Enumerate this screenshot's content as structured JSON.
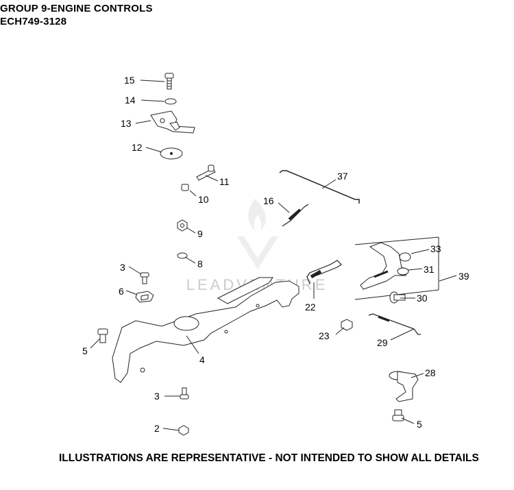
{
  "header": {
    "title": "GROUP 9-ENGINE CONTROLS",
    "model": "ECH749-3128"
  },
  "footer": {
    "note": "ILLUSTRATIONS ARE REPRESENTATIVE - NOT INTENDED TO SHOW ALL DETAILS"
  },
  "watermark": {
    "text": "LEADVENTURE"
  },
  "callouts": [
    {
      "num": "15"
    },
    {
      "num": "14"
    },
    {
      "num": "13"
    },
    {
      "num": "12"
    },
    {
      "num": "11"
    },
    {
      "num": "10"
    },
    {
      "num": "9"
    },
    {
      "num": "8"
    },
    {
      "num": "3"
    },
    {
      "num": "6"
    },
    {
      "num": "5"
    },
    {
      "num": "4"
    },
    {
      "num": "3"
    },
    {
      "num": "2"
    },
    {
      "num": "37"
    },
    {
      "num": "16"
    },
    {
      "num": "22"
    },
    {
      "num": "23"
    },
    {
      "num": "29"
    },
    {
      "num": "33"
    },
    {
      "num": "31"
    },
    {
      "num": "30"
    },
    {
      "num": "39"
    },
    {
      "num": "28"
    },
    {
      "num": "5"
    }
  ]
}
